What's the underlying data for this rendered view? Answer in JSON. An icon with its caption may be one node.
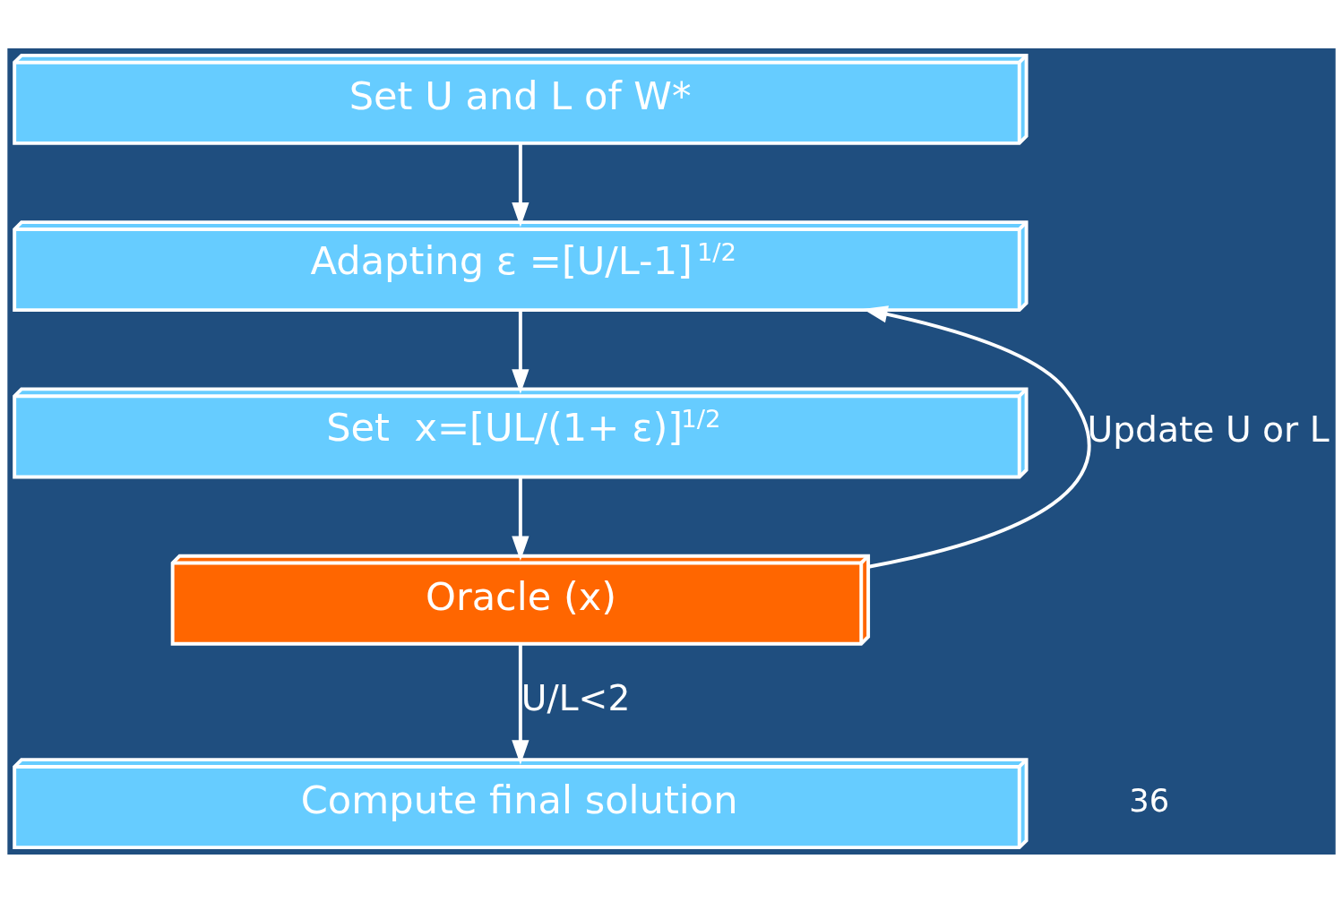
{
  "diagram": {
    "nodes": [
      {
        "text": [
          "Set U and L of W*"
        ]
      },
      {
        "text": [
          "Adapting ε =[U/L-1]$^{1/2}$"
        ]
      },
      {
        "text": [
          "Set  x=[UL/(1+ ε)]$^{1/2}$"
        ]
      },
      {
        "text": [
          "Oracle (x)"
        ]
      },
      {
        "text": [
          "Compute final solution"
        ]
      }
    ],
    "edges": [
      {
        "from": 0,
        "to": 1,
        "arrow": "to"
      },
      {
        "from": 1,
        "to": 2,
        "arrow": "to"
      },
      {
        "from": 2,
        "to": 3,
        "arrow": "to"
      },
      {
        "from": 3,
        "to": 4,
        "arrow": "to",
        "label": "U/L<2"
      },
      {
        "from": 3,
        "to": 1,
        "arrow": "to",
        "label": "Update U or L"
      }
    ],
    "labels": [
      "36"
    ]
  }
}
